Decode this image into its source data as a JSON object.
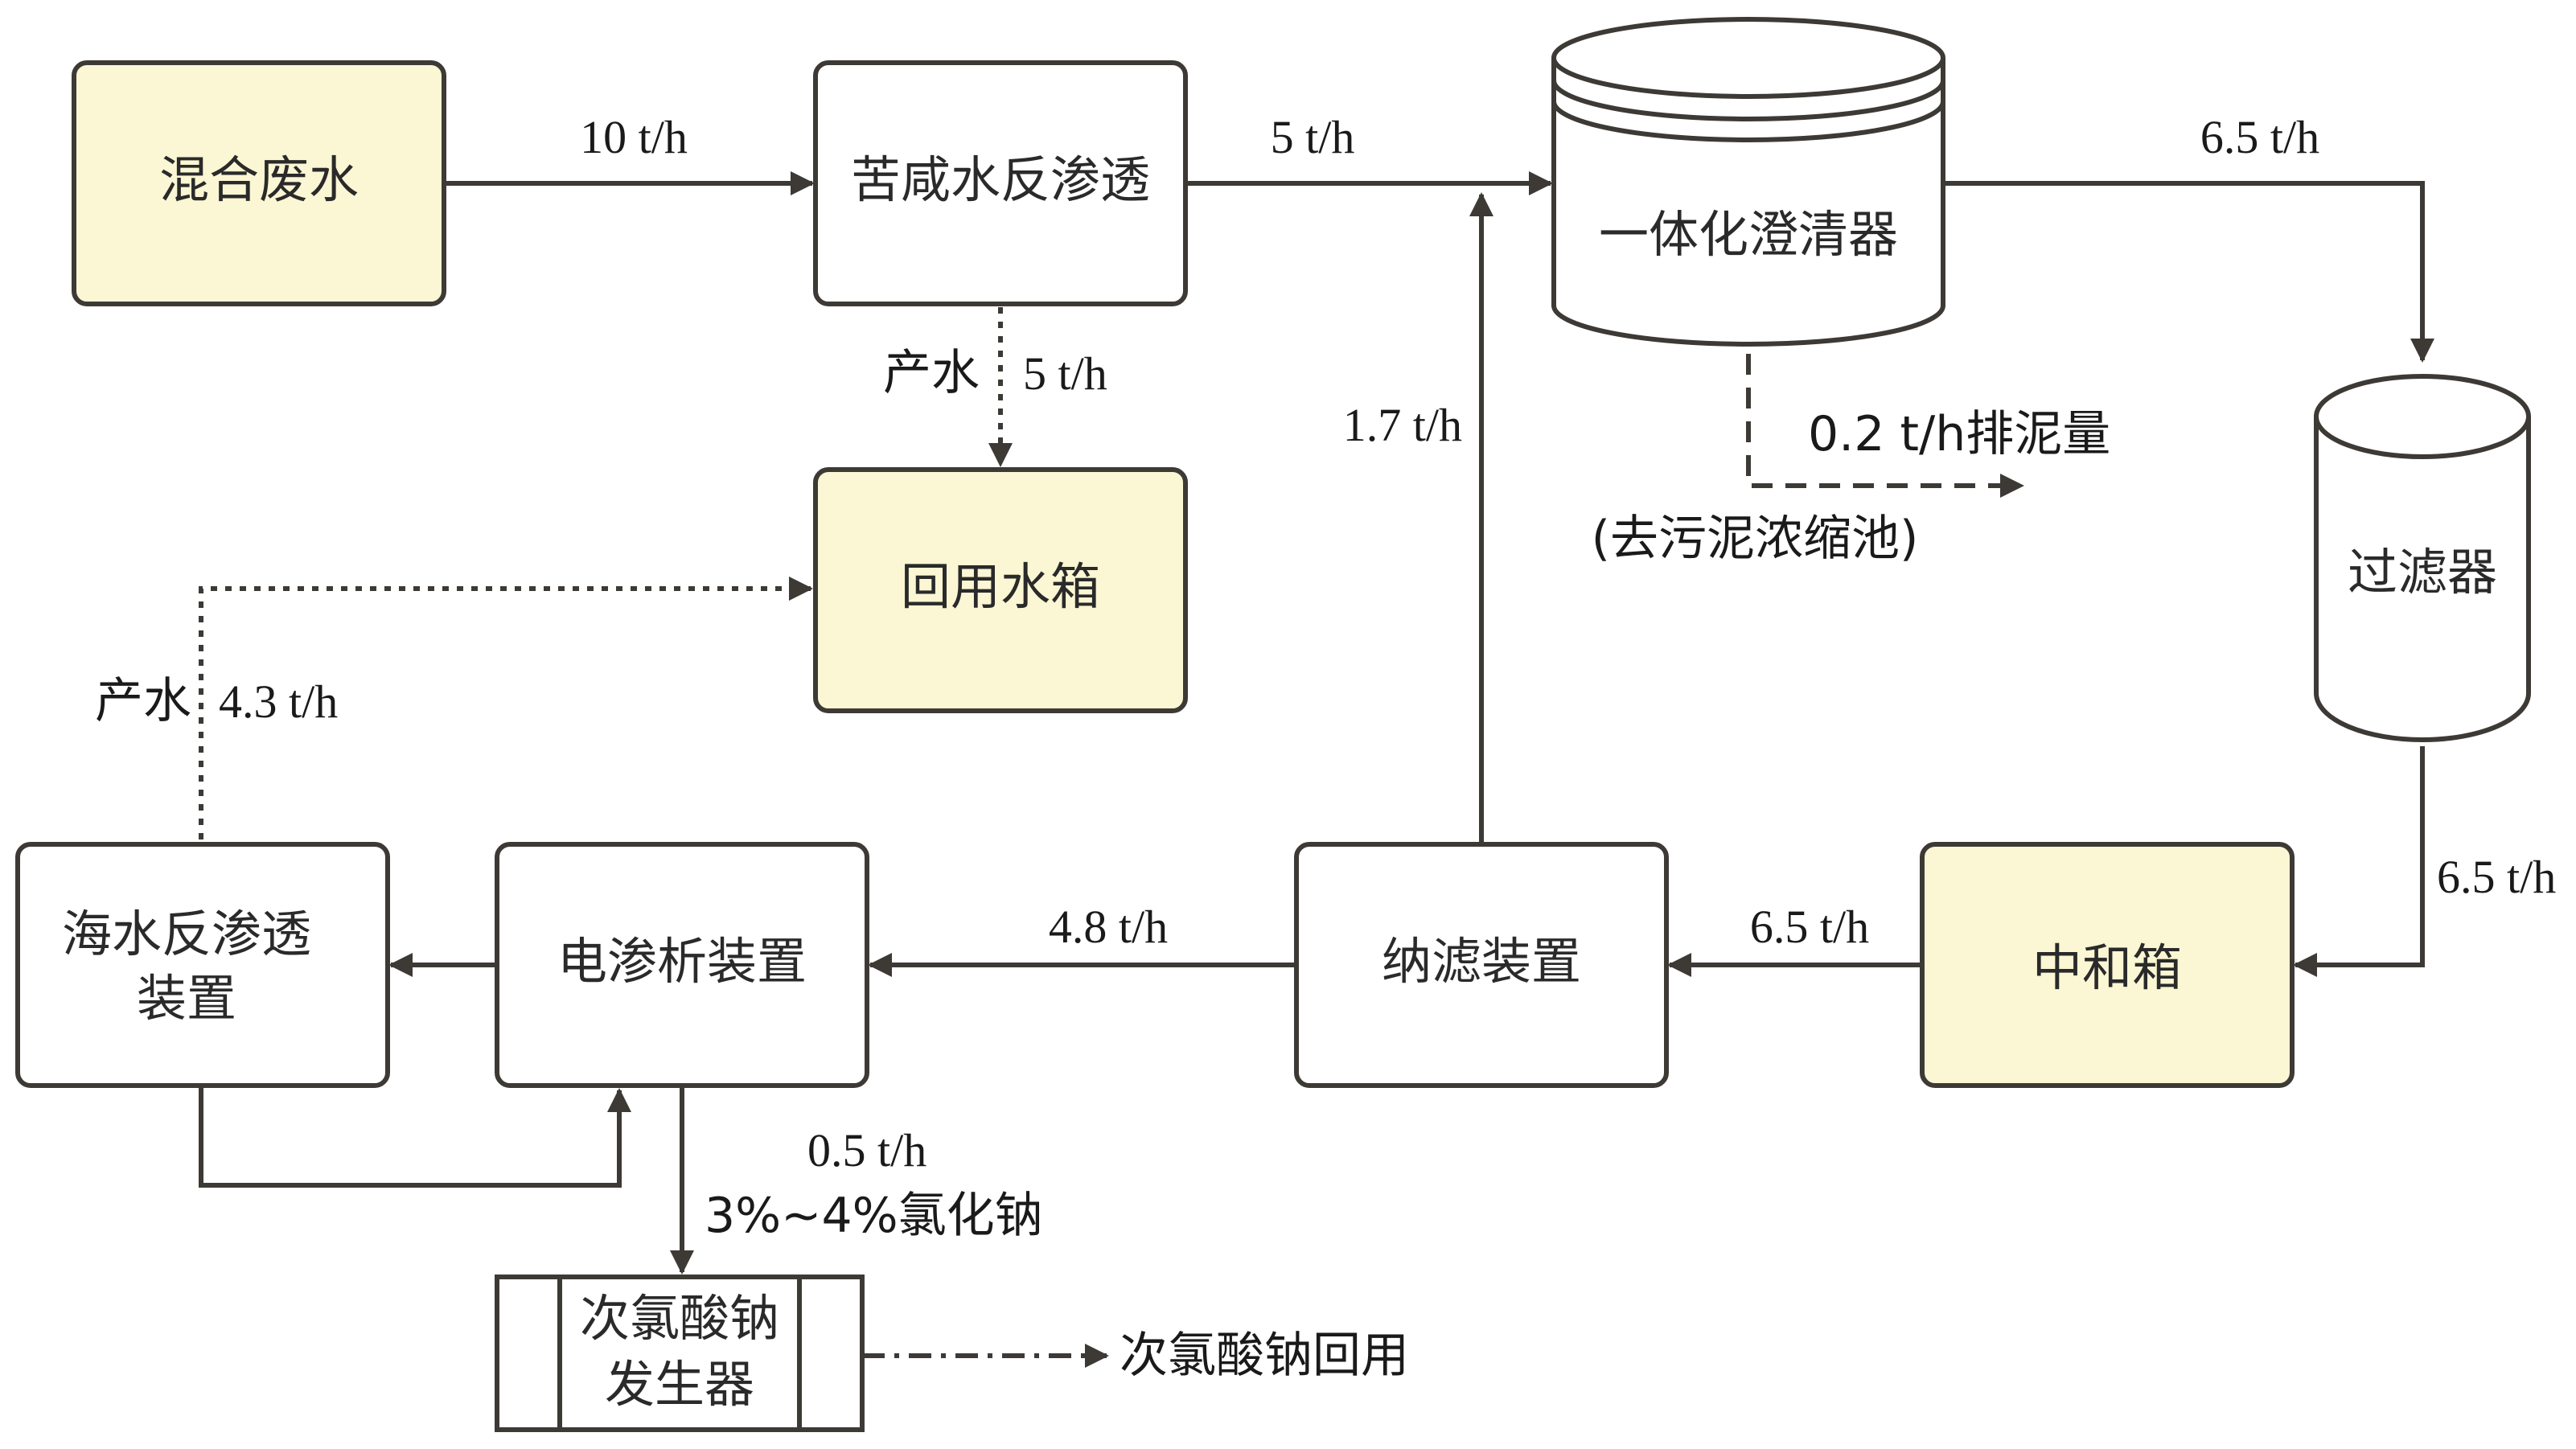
{
  "colors": {
    "highlight_fill": "#fbf6d3",
    "plain_fill": "#ffffff",
    "stroke": "#3d3a36",
    "text": "#1a1a1a"
  },
  "nodes": {
    "mixed_wastewater": "混合废水",
    "brackish_ro": "苦咸水反渗透",
    "integrated_clarifier": "一体化澄清器",
    "reuse_tank": "回用水箱",
    "filter": "过滤器",
    "neutralization_tank": "中和箱",
    "nanofiltration": "纳滤装置",
    "electrodialysis": "电渗析装置",
    "seawater_ro_line1": "海水反渗透",
    "seawater_ro_line2": "装置",
    "hypochlorite_gen_line1": "次氯酸钠",
    "hypochlorite_gen_line2": "发生器"
  },
  "edges": {
    "mix_to_ro": "10 t/h",
    "ro_to_clarifier": "5 t/h",
    "clarifier_to_filter": "6.5 t/h",
    "ro_product_label": "产水",
    "ro_product_flow": "5 t/h",
    "nf_to_clarifier": "1.7 t/h",
    "sludge_flow": "0.2 t/h排泥量",
    "sludge_dest": "(去污泥浓缩池)",
    "filter_to_neutral": "6.5 t/h",
    "neutral_to_nf": "6.5 t/h",
    "nf_to_ed": "4.8 t/h",
    "seawater_product_label": "产水",
    "seawater_product_flow": "4.3 t/h",
    "ed_to_generator_flow": "0.5 t/h",
    "ed_to_generator_conc": "3%~4%氯化钠",
    "hypochlorite_reuse": "次氯酸钠回用"
  }
}
